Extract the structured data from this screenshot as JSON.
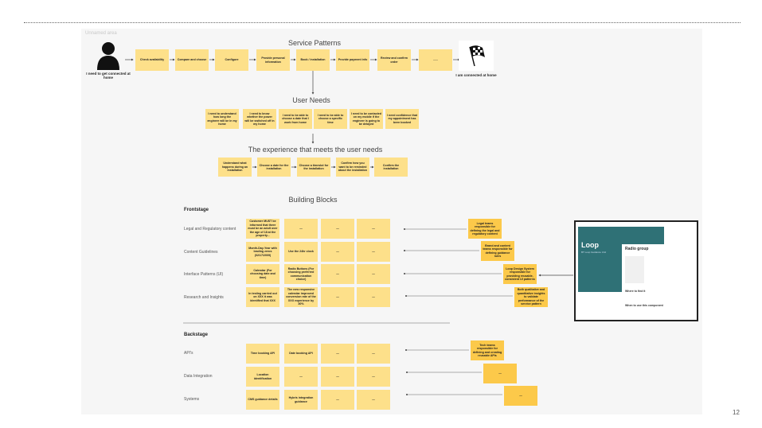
{
  "area_label": "Unnamed area",
  "titles": {
    "service_patterns": "Service Patterns",
    "user_needs": "User Needs",
    "experience": "The experience that meets the user needs",
    "building_blocks": "Building Blocks"
  },
  "start": {
    "icon": "person-icon",
    "caption": "I need to get connected at home"
  },
  "end": {
    "icon": "checkered-flag-icon",
    "caption": "I am connected at home"
  },
  "service_patterns": [
    "Check availability",
    "Compare and choose",
    "Configure",
    "Provide personal information",
    "Book / installation",
    "Provide payment info",
    "Review and confirm order",
    "......"
  ],
  "user_needs": [
    "I need to understand how long the engineer will be in my home",
    "I need to know whether the power will be switched off in my home",
    "I need to be able to choose a date that I work from home",
    "I need to be able to choose a specific time",
    "I need to be contacted on my mobile if the engineer is going to be delayed",
    "I need confidence that my appointment has been booked"
  ],
  "experience": [
    "Understand what happens during an installation",
    "Choose a date for the installation",
    "Choose a timeslot for the installation",
    "Confirm how you want to be reminded about the installation",
    "Confirm the installation"
  ],
  "frontstage": {
    "label": "Frontstage",
    "rows": [
      {
        "label": "Legal and Regulatory content",
        "cells": [
          "Customer MUST be informed that there must be an adult over the age of 18 at the property...",
          "—",
          "—",
          "—"
        ],
        "owner": "Legal teams responsible for defining the legal and regulatory content"
      },
      {
        "label": "Content Guidelines",
        "cells": [
          "Month-Day-Year with leading zeros (02/17/2009)",
          "Use the 24hr clock",
          "—",
          "—"
        ],
        "owner": "Brand and content teams responsible for defining guidance rules"
      },
      {
        "label": "Interface Patterns (UI)",
        "cells": [
          "Calendar (For choosing date and time)",
          "Radio Buttons (For choosing preferred communication choice)",
          "—",
          "—"
        ],
        "owner": "Loop Design System responsible for providing reusable, consistent UI patterns"
      },
      {
        "label": "Research and Insights",
        "cells": [
          "In testing carried out on XXX it was identified that XXX",
          "The new responsive calendar improved conversion rate of the XXX experience by 30%",
          "—",
          "—"
        ],
        "owner": "Both qualitative and quantitative insights to validate performance of the service pattern"
      }
    ]
  },
  "backstage": {
    "label": "Backstage",
    "rows": [
      {
        "label": "API's",
        "cells": [
          "Time booking API",
          "Date booking API",
          "—",
          "—"
        ],
        "owner": "Tech teams responsible for defining and creating reusable APIs"
      },
      {
        "label": "Data Integration",
        "cells": [
          "Location identification",
          "—",
          "—",
          "—"
        ],
        "owner": "—"
      },
      {
        "label": "Systems",
        "cells": [
          "CMS guidance details",
          "Hybris integration guidance",
          "—",
          "—"
        ],
        "owner": "—"
      }
    ]
  },
  "loop": {
    "title": "Loop",
    "subtitle": "BT Loop Guidance Unit",
    "card_title": "Radio group",
    "where_heading": "Where to find it",
    "when_heading": "When to use this component"
  },
  "colors": {
    "sticky": "#fde08a",
    "owner_sticky": "#fcc94a",
    "loop_teal": "#2f7176"
  },
  "page_number": "12"
}
